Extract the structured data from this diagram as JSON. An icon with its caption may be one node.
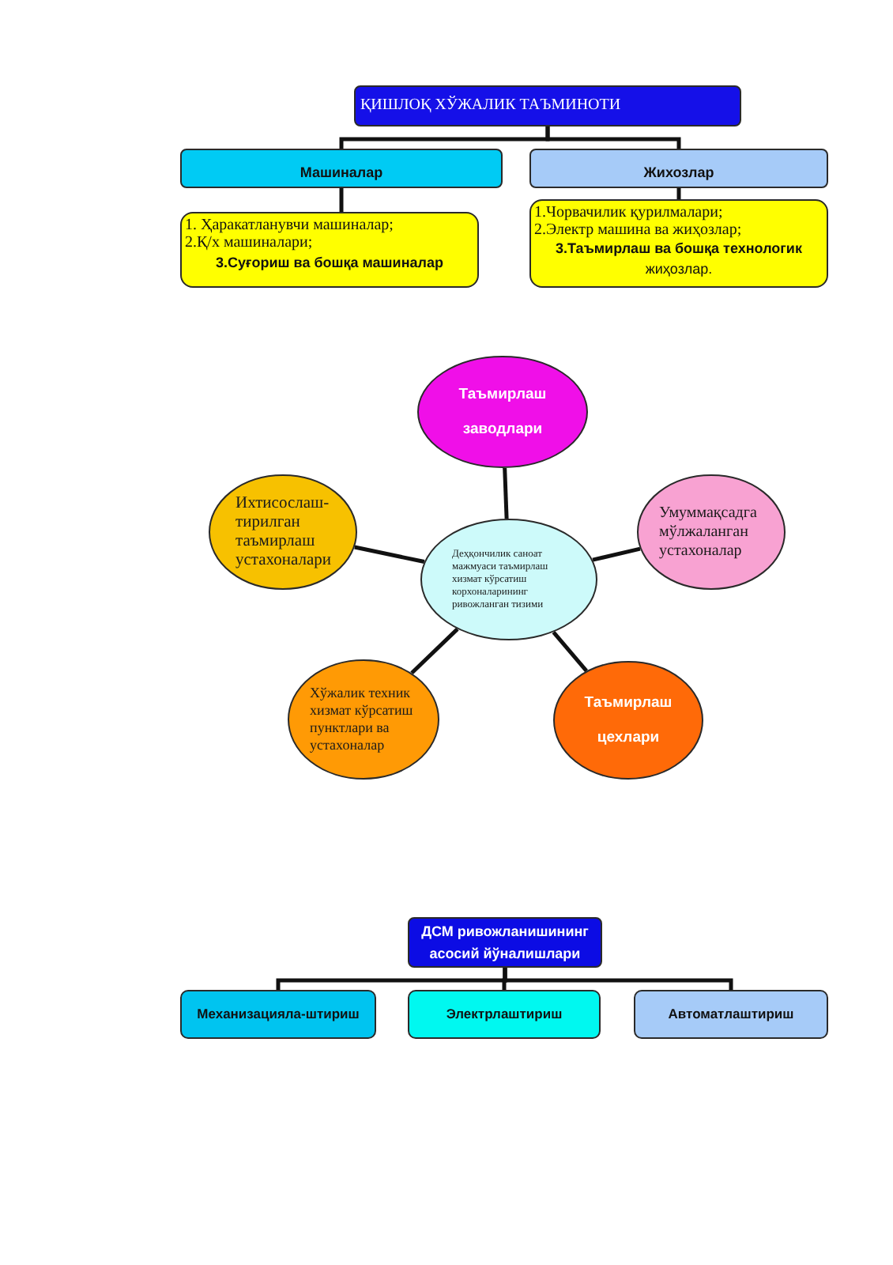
{
  "diagram": {
    "nodes": [
      {
        "text": [
          "ҚИШЛОҚ ХЎЖАЛИК ТАЪМИНОТИ"
        ]
      },
      {
        "text": [
          "Машиналар"
        ]
      },
      {
        "text": [
          "Жихозлар"
        ]
      },
      {
        "text": [
          "1. Ҳаракатланувчи машиналар;",
          "2.Қ/х машиналари;",
          "3.Суғориш ва бошқа машиналар"
        ]
      },
      {
        "text": [
          "1.Чорвачилик қурилмалари;",
          "2.Электр машина ва жиҳозлар;",
          "**3.Таъмирлаш ва бошқа технологик** жиҳозлар."
        ]
      },
      {
        "text": [
          "Таъмирлаш заводлари"
        ]
      },
      {
        "text": [
          "Ихтисослаш-тирилган таъмирлаш устахоналари"
        ]
      },
      {
        "text": [
          "Деҳқончилик саноат мажмуаси таъмирлаш хизмат кўрсатиш корхоналарининг ривожланган тизими"
        ]
      },
      {
        "text": [
          "Умуммақсадга мўлжаланган устахоналар"
        ]
      },
      {
        "text": [
          "Хўжалик техник хизмат кўрсатиш пунктлари ва устахоналар"
        ]
      },
      {
        "text": [
          "Таъмирлаш цехлари"
        ]
      },
      {
        "text": [
          "ДСМ ривожланишининг асосий йўналишлари"
        ]
      },
      {
        "text": [
          "Механизацияла-штириш"
        ]
      },
      {
        "text": [
          "Электрлаштириш"
        ]
      },
      {
        "text": [
          "Автоматлаштириш"
        ]
      }
    ],
    "edges": [
      {
        "from": 0,
        "to": 1,
        "arrow": "none"
      },
      {
        "from": 0,
        "to": 2,
        "arrow": "none"
      },
      {
        "from": 1,
        "to": 3,
        "arrow": "none"
      },
      {
        "from": 2,
        "to": 4,
        "arrow": "none"
      },
      {
        "from": 7,
        "to": 5,
        "arrow": "none"
      },
      {
        "from": 7,
        "to": 6,
        "arrow": "none"
      },
      {
        "from": 7,
        "to": 8,
        "arrow": "none"
      },
      {
        "from": 7,
        "to": 9,
        "arrow": "none"
      },
      {
        "from": 7,
        "to": 10,
        "arrow": "none"
      },
      {
        "from": 11,
        "to": 12,
        "arrow": "none"
      },
      {
        "from": 11,
        "to": 13,
        "arrow": "none"
      },
      {
        "from": 11,
        "to": 14,
        "arrow": "none"
      }
    ]
  }
}
